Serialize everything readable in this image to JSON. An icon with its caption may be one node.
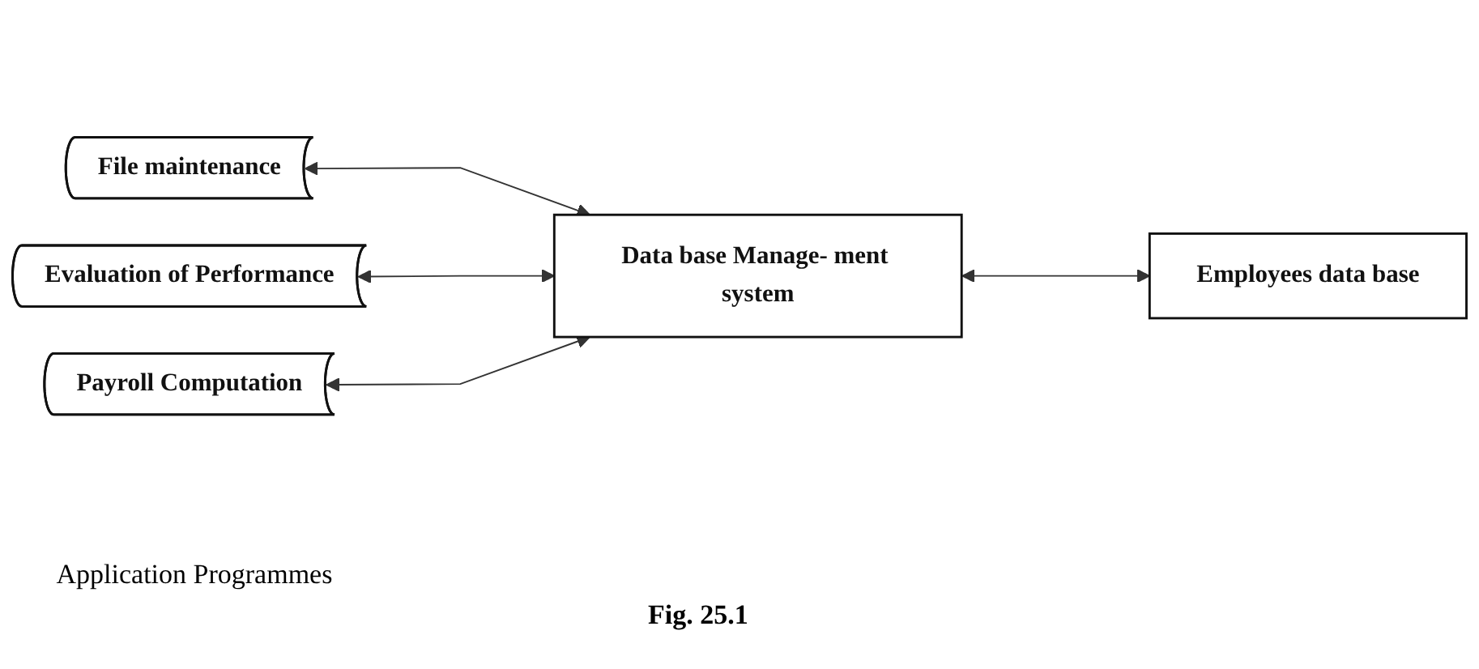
{
  "diagram": {
    "caption": "Fig. 25.1",
    "nodes": [
      {
        "text": [
          "File maintenance"
        ]
      },
      {
        "text": [
          "Evaluation of Performance"
        ]
      },
      {
        "text": [
          "Payroll Computation"
        ]
      },
      {
        "text": [
          "Data base Manage- ment system"
        ]
      },
      {
        "text": [
          "Employees data base"
        ]
      }
    ],
    "edges": [
      {
        "from": 0,
        "to": 3,
        "arrow": "both"
      },
      {
        "from": 1,
        "to": 3,
        "arrow": "both"
      },
      {
        "from": 2,
        "to": 3,
        "arrow": "both"
      },
      {
        "from": 3,
        "to": 4,
        "arrow": "both"
      }
    ],
    "labels": [
      "Application Programmes"
    ]
  }
}
